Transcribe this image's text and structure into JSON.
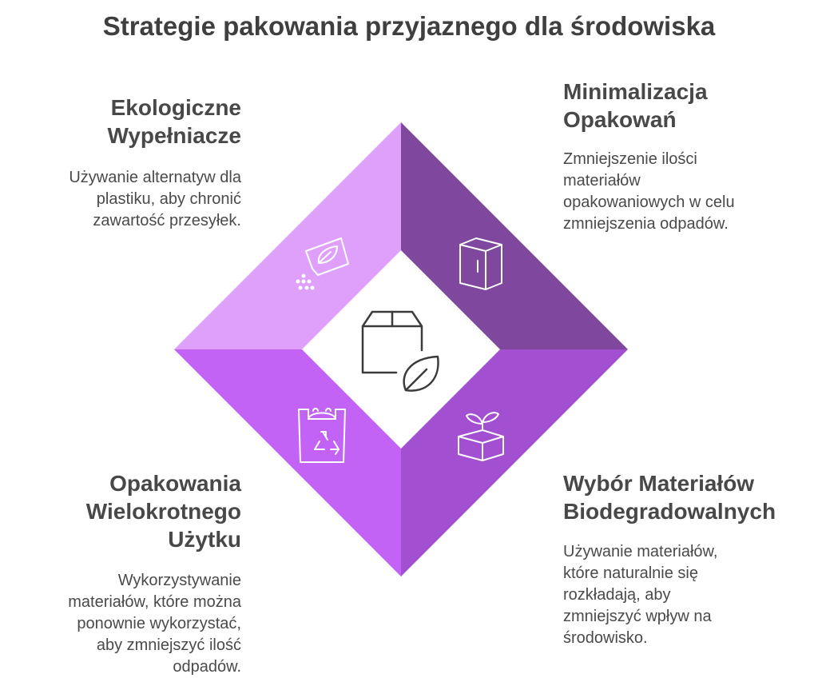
{
  "title": "Strategie pakowania przyjaznego dla środowiska",
  "colors": {
    "top_left": "#dfa0fb",
    "top_right": "#7f479e",
    "bottom_left": "#c263f6",
    "bottom_right": "#a34fd2",
    "icon_stroke": "#ffffff",
    "center_icon_stroke": "#3c3c3c"
  },
  "sections": {
    "top_left": {
      "heading": "Ekologiczne\nWypełniacze",
      "description": "Używanie alternatyw dla\nplastiku, aby chronić\nzawartość przesyłek.",
      "icon": "packing-filler-leaf-icon"
    },
    "top_right": {
      "heading": "Minimalizacja\nOpakowań",
      "description": "Zmniejszenie ilości\nmateriałów\nopakowaniowych w celu\nzmniejszenia odpadów.",
      "icon": "box-package-icon"
    },
    "bottom_left": {
      "heading": "Opakowania\nWielokrotnego\nUżytku",
      "description": "Wykorzystywanie\nmateriałów, które można\nponownie wykorzystać,\naby zmniejszyć ilość\nodpadów.",
      "icon": "recycle-bag-icon"
    },
    "bottom_right": {
      "heading": "Wybór Materiałów\nBiodegradowalnych",
      "description": "Używanie materiałów,\nktóre naturalnie się\nrozkładają, aby\nzmniejszyć wpływ na\nśrodowisko.",
      "icon": "sprout-box-icon"
    },
    "center": {
      "icon": "eco-box-leaf-icon"
    }
  }
}
